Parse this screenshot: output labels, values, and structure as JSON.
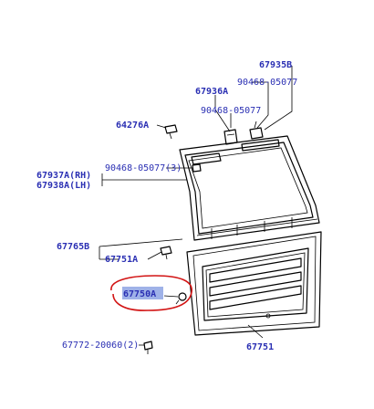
{
  "labels": {
    "p67935B": "67935B",
    "p67936A": "67936A",
    "p90468_a": "90468-05077",
    "p90468_b": "90468-05077",
    "p90468_c": "90468-05077(3)",
    "p64276A": "64276A",
    "p67937A": "67937A(RH)",
    "p67938A": "67938A(LH)",
    "p67765B": "67765B",
    "p67751A": "67751A",
    "p67750A": "67750A",
    "p67772": "67772-20060(2)",
    "p67751": "67751"
  },
  "colors": {
    "label": "#2a2fb3",
    "highlight": "#9fb2e8",
    "circle": "#d21414"
  }
}
